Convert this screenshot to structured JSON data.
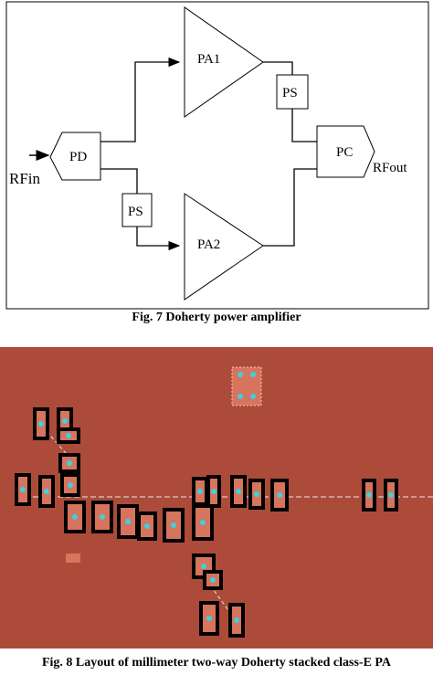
{
  "figure7": {
    "caption": "Fig. 7 Doherty power amplifier",
    "blocks": {
      "pd": "PD",
      "ps_top": "PS",
      "ps_bottom": "PS",
      "pa1": "PA1",
      "pa2": "PA2",
      "pc": "PC"
    },
    "rf_in": "RFin",
    "rf_out": "RFout"
  },
  "figure8": {
    "caption": "Fig. 8 Layout of millimeter two-way Doherty stacked class-E PA",
    "colors": {
      "substrate": "#ad4b3a",
      "pad": "#000000",
      "metal": "#d6745e",
      "via": "#3fd0e0",
      "trace": "#e8e8e8"
    }
  }
}
